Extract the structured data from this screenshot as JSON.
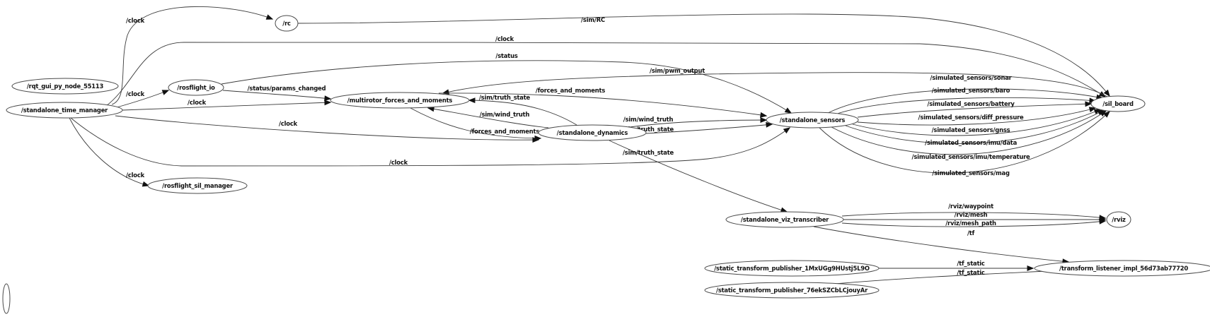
{
  "graph": {
    "title": "ROS node graph",
    "colors": {
      "stroke": "#3a3a3a",
      "text": "#111111",
      "background": "#ffffff"
    },
    "nodes": [
      {
        "id": "rc",
        "label": "/rc"
      },
      {
        "id": "rqt_gui",
        "label": "/rqt_gui_py_node_55113"
      },
      {
        "id": "time_manager",
        "label": "/standalone_time_manager"
      },
      {
        "id": "rosflight_io",
        "label": "/rosflight_io"
      },
      {
        "id": "mfm",
        "label": "/multirotor_forces_and_moments"
      },
      {
        "id": "dynamics",
        "label": "/standalone_dynamics"
      },
      {
        "id": "sensors",
        "label": "/standalone_sensors"
      },
      {
        "id": "sil_board",
        "label": "/sil_board"
      },
      {
        "id": "sil_manager",
        "label": "/rosflight_sil_manager"
      },
      {
        "id": "viz",
        "label": "/standalone_viz_transcriber"
      },
      {
        "id": "rviz",
        "label": "/rviz"
      },
      {
        "id": "stp1",
        "label": "/static_transform_publisher_1MxUGg9HUstj5L9O"
      },
      {
        "id": "stp2",
        "label": "/static_transform_publisher_76ekSZCbLCjouyAr"
      },
      {
        "id": "tf_listener",
        "label": "/transform_listener_impl_56d73ab77720"
      },
      {
        "id": "unnamed",
        "label": ""
      }
    ],
    "edges": [
      {
        "from": "time_manager",
        "to": "rc",
        "label": "/clock"
      },
      {
        "from": "rc",
        "to": "sil_board",
        "label": "/sim/RC"
      },
      {
        "from": "time_manager",
        "to": "sil_board",
        "label": "/clock"
      },
      {
        "from": "rosflight_io",
        "to": "sensors",
        "label": "/status"
      },
      {
        "from": "sil_board",
        "to": "mfm",
        "label": "/sim/pwm_output"
      },
      {
        "from": "time_manager",
        "to": "rosflight_io",
        "label": "/clock"
      },
      {
        "from": "rosflight_io",
        "to": "mfm",
        "label": "/status/params_changed"
      },
      {
        "from": "time_manager",
        "to": "mfm",
        "label": "/clock"
      },
      {
        "from": "mfm",
        "to": "sensors",
        "label": "/forces_and_moments"
      },
      {
        "from": "dynamics",
        "to": "mfm",
        "label": "/sim/truth_state"
      },
      {
        "from": "dynamics",
        "to": "mfm",
        "label": "/sim/wind_truth"
      },
      {
        "from": "time_manager",
        "to": "dynamics",
        "label": "/clock"
      },
      {
        "from": "mfm",
        "to": "dynamics",
        "label": "/forces_and_moments"
      },
      {
        "from": "dynamics",
        "to": "sensors",
        "label": "/sim/wind_truth"
      },
      {
        "from": "dynamics",
        "to": "sensors",
        "label": "/sim/truth_state"
      },
      {
        "from": "time_manager",
        "to": "sensors",
        "label": "/clock"
      },
      {
        "from": "dynamics",
        "to": "viz",
        "label": "/sim/truth_state"
      },
      {
        "from": "time_manager",
        "to": "sil_manager",
        "label": "/clock"
      },
      {
        "from": "sensors",
        "to": "sil_board",
        "label": "/simulated_sensors/sonar"
      },
      {
        "from": "sensors",
        "to": "sil_board",
        "label": "/simulated_sensors/baro"
      },
      {
        "from": "sensors",
        "to": "sil_board",
        "label": "/simulated_sensors/battery"
      },
      {
        "from": "sensors",
        "to": "sil_board",
        "label": "/simulated_sensors/diff_pressure"
      },
      {
        "from": "sensors",
        "to": "sil_board",
        "label": "/simulated_sensors/gnss"
      },
      {
        "from": "sensors",
        "to": "sil_board",
        "label": "/simulated_sensors/imu/data"
      },
      {
        "from": "sensors",
        "to": "sil_board",
        "label": "/simulated_sensors/imu/temperature"
      },
      {
        "from": "sensors",
        "to": "sil_board",
        "label": "/simulated_sensors/mag"
      },
      {
        "from": "viz",
        "to": "rviz",
        "label": "/rviz/waypoint"
      },
      {
        "from": "viz",
        "to": "rviz",
        "label": "/rviz/mesh"
      },
      {
        "from": "viz",
        "to": "rviz",
        "label": "/rviz/mesh_path"
      },
      {
        "from": "viz",
        "to": "tf_listener",
        "label": "/tf"
      },
      {
        "from": "stp1",
        "to": "tf_listener",
        "label": "/tf_static"
      },
      {
        "from": "stp2",
        "to": "tf_listener",
        "label": "/tf_static"
      }
    ]
  }
}
